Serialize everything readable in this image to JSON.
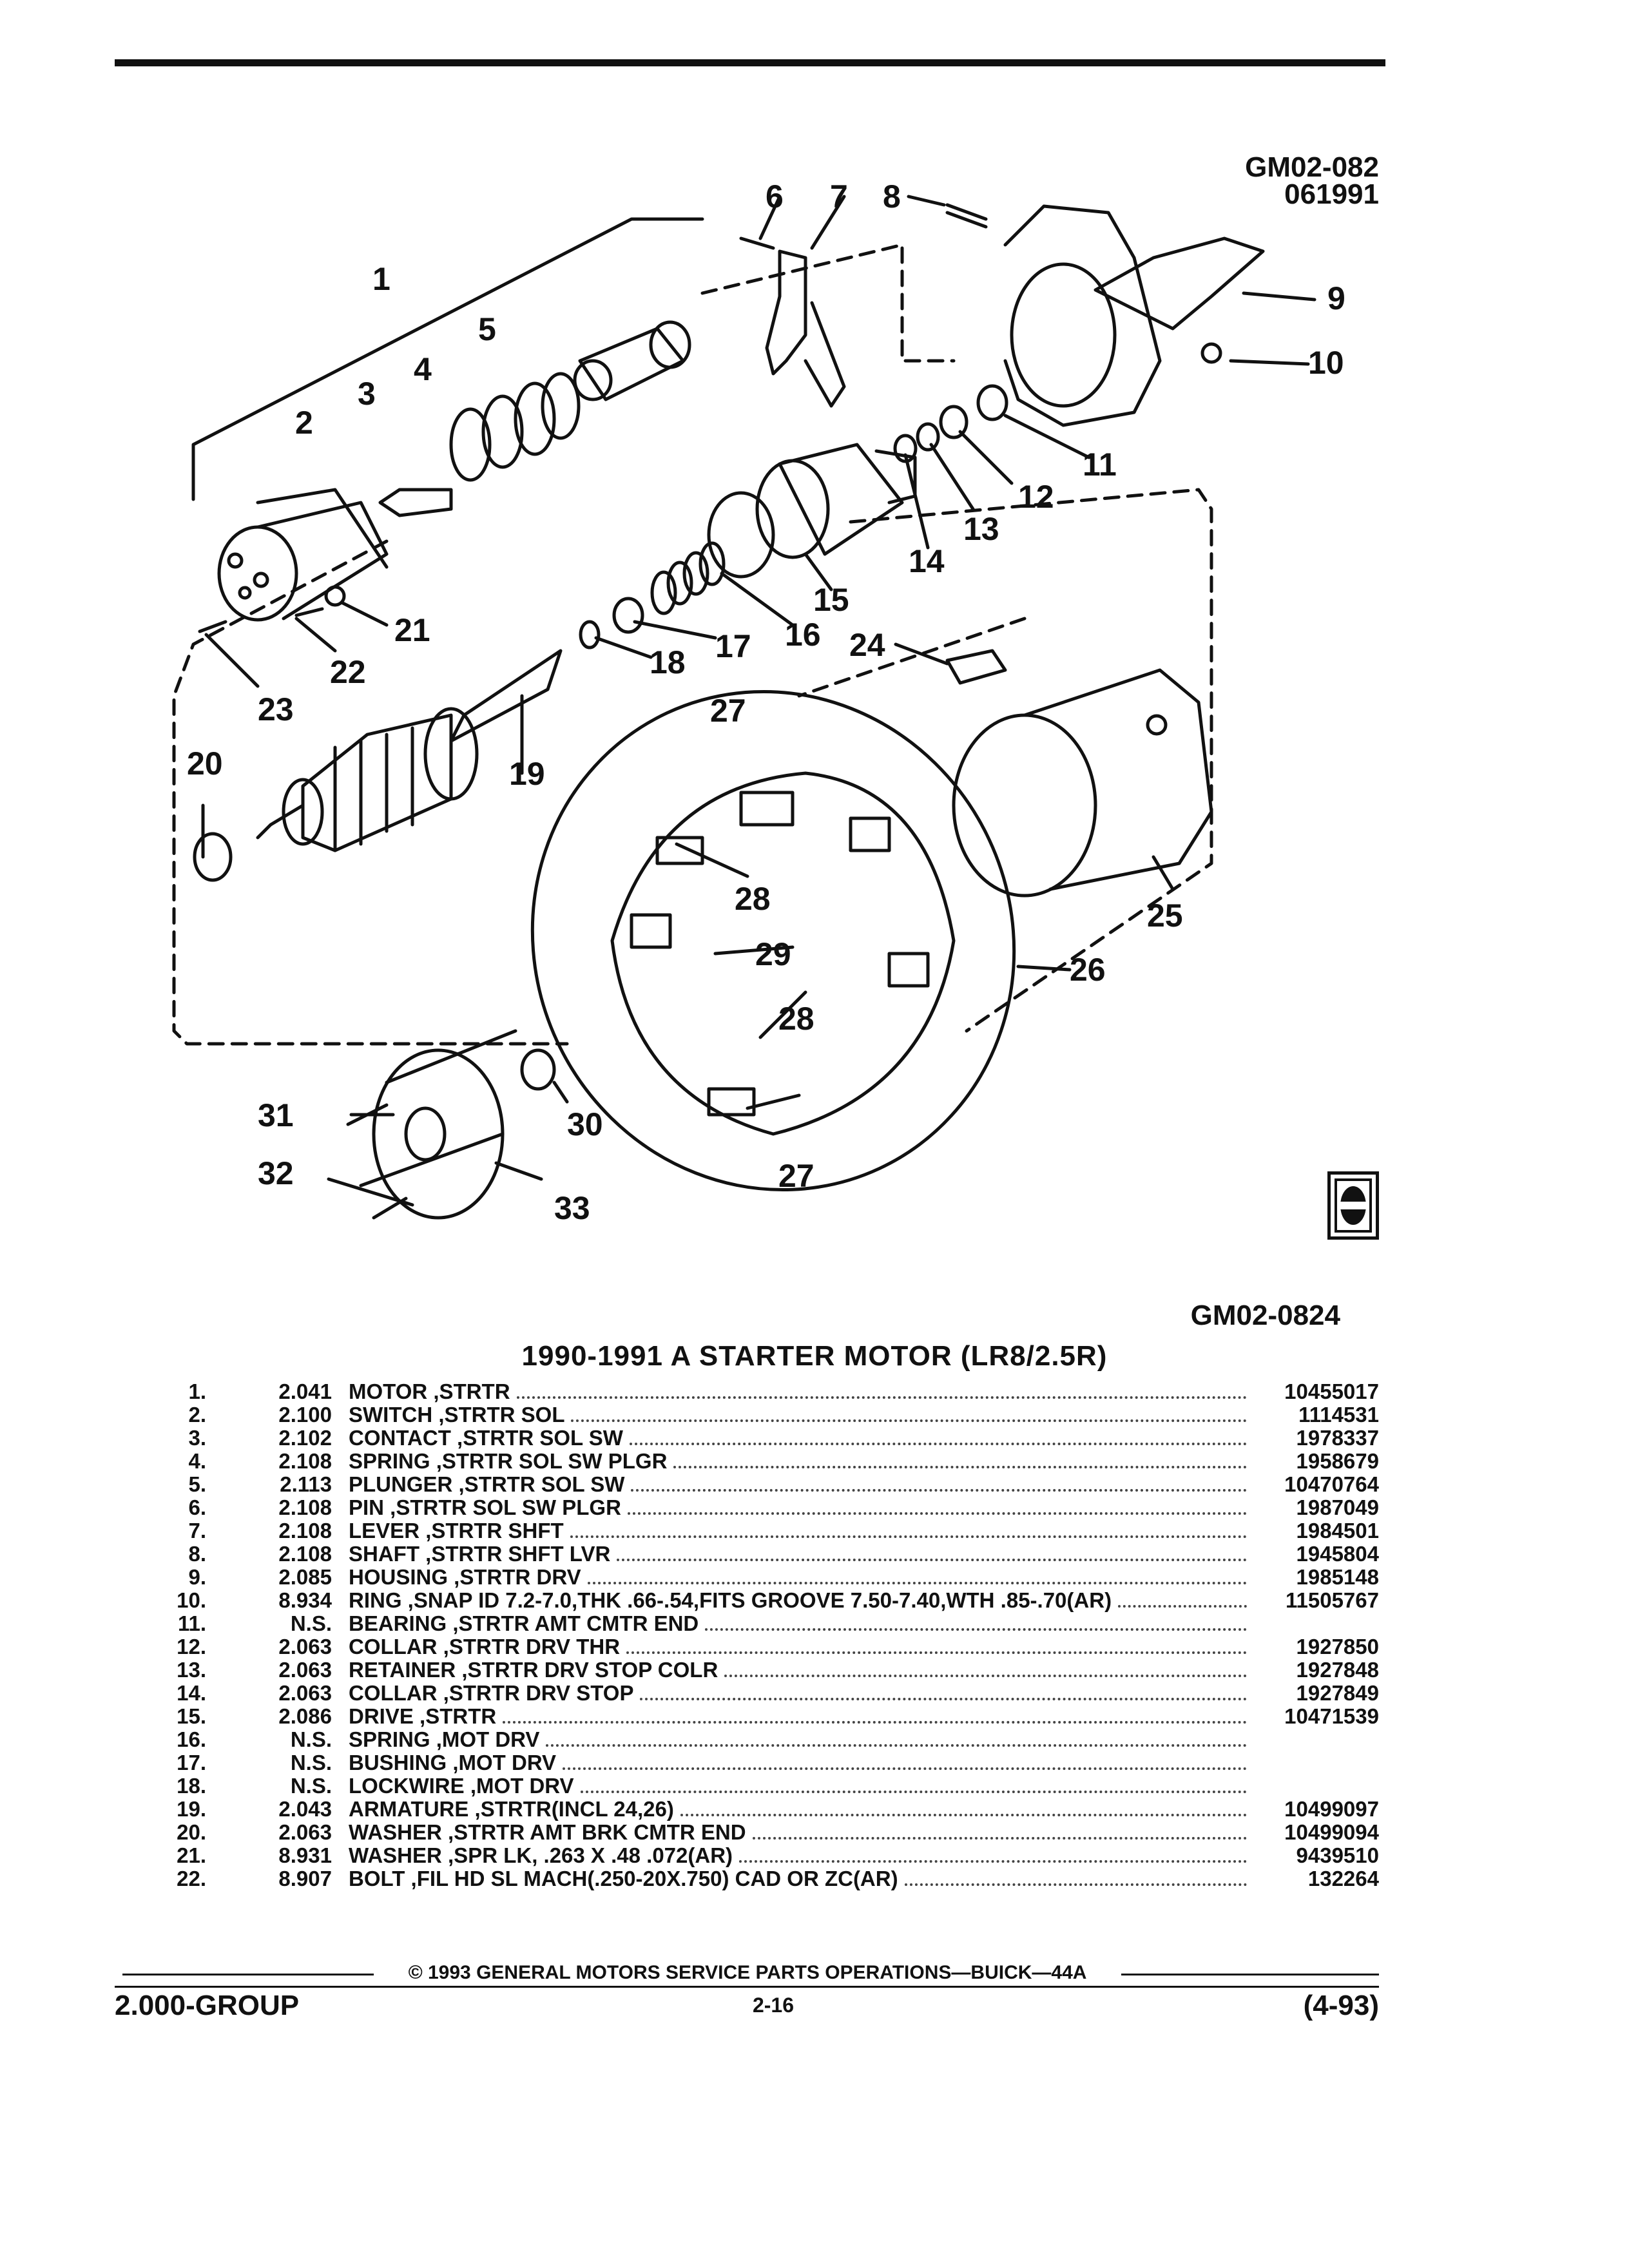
{
  "figure": {
    "ref_top": "GM02-082",
    "ref_date": "061991",
    "ref_bottom": "GM02-0824",
    "callouts": [
      "1",
      "2",
      "3",
      "4",
      "5",
      "6",
      "7",
      "8",
      "9",
      "10",
      "11",
      "12",
      "13",
      "14",
      "15",
      "16",
      "17",
      "18",
      "19",
      "20",
      "21",
      "22",
      "23",
      "24",
      "25",
      "26",
      "27",
      "28",
      "29",
      "30",
      "31",
      "32",
      "33"
    ]
  },
  "title": "1990-1991 A STARTER MOTOR (LR8/2.5R)",
  "parts": [
    {
      "num": "1.",
      "group": "2.041",
      "desc": "MOTOR ,STRTR",
      "part": "10455017"
    },
    {
      "num": "2.",
      "group": "2.100",
      "desc": "SWITCH ,STRTR SOL",
      "part": "1114531"
    },
    {
      "num": "3.",
      "group": "2.102",
      "desc": "CONTACT ,STRTR SOL SW",
      "part": "1978337"
    },
    {
      "num": "4.",
      "group": "2.108",
      "desc": "SPRING ,STRTR SOL SW PLGR",
      "part": "1958679"
    },
    {
      "num": "5.",
      "group": "2.113",
      "desc": "PLUNGER ,STRTR SOL SW",
      "part": "10470764"
    },
    {
      "num": "6.",
      "group": "2.108",
      "desc": "PIN ,STRTR SOL SW PLGR",
      "part": "1987049"
    },
    {
      "num": "7.",
      "group": "2.108",
      "desc": "LEVER ,STRTR SHFT",
      "part": "1984501"
    },
    {
      "num": "8.",
      "group": "2.108",
      "desc": "SHAFT ,STRTR SHFT LVR",
      "part": "1945804"
    },
    {
      "num": "9.",
      "group": "2.085",
      "desc": "HOUSING ,STRTR DRV",
      "part": "1985148"
    },
    {
      "num": "10.",
      "group": "8.934",
      "desc": "RING ,SNAP ID 7.2-7.0,THK .66-.54,FITS GROOVE 7.50-7.40,WTH .85-.70(AR)",
      "part": "11505767"
    },
    {
      "num": "11.",
      "group": "N.S.",
      "desc": "BEARING ,STRTR AMT CMTR END",
      "part": ""
    },
    {
      "num": "12.",
      "group": "2.063",
      "desc": "COLLAR ,STRTR DRV THR",
      "part": "1927850"
    },
    {
      "num": "13.",
      "group": "2.063",
      "desc": "RETAINER ,STRTR DRV STOP COLR",
      "part": "1927848"
    },
    {
      "num": "14.",
      "group": "2.063",
      "desc": "COLLAR ,STRTR DRV STOP",
      "part": "1927849"
    },
    {
      "num": "15.",
      "group": "2.086",
      "desc": "DRIVE ,STRTR",
      "part": "10471539"
    },
    {
      "num": "16.",
      "group": "N.S.",
      "desc": "SPRING ,MOT DRV",
      "part": ""
    },
    {
      "num": "17.",
      "group": "N.S.",
      "desc": "BUSHING ,MOT DRV",
      "part": ""
    },
    {
      "num": "18.",
      "group": "N.S.",
      "desc": "LOCKWIRE ,MOT DRV",
      "part": ""
    },
    {
      "num": "19.",
      "group": "2.043",
      "desc": "ARMATURE ,STRTR(INCL 24,26)",
      "part": "10499097"
    },
    {
      "num": "20.",
      "group": "2.063",
      "desc": "WASHER ,STRTR AMT BRK CMTR END",
      "part": "10499094"
    },
    {
      "num": "21.",
      "group": "8.931",
      "desc": "WASHER ,SPR LK, .263 X .48 .072(AR)",
      "part": "9439510"
    },
    {
      "num": "22.",
      "group": "8.907",
      "desc": "BOLT ,FIL HD SL MACH(.250-20X.750) CAD OR ZC(AR)",
      "part": "132264"
    }
  ],
  "footer": {
    "copyright": "© 1993 GENERAL MOTORS SERVICE PARTS OPERATIONS—BUICK—44A",
    "group": "2.000-GROUP",
    "page": "2-16",
    "revision": "(4-93)"
  }
}
